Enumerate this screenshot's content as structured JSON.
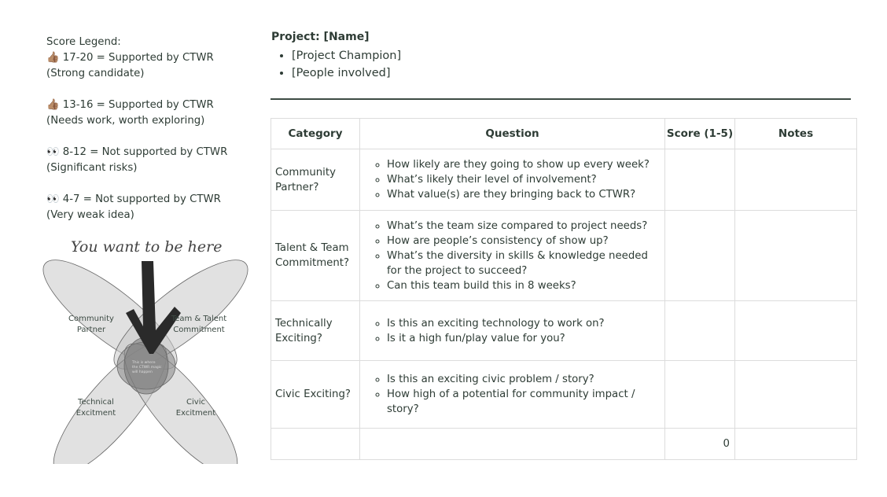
{
  "legend": {
    "title": "Score Legend:",
    "items": [
      {
        "icon": "👍🏽",
        "range": "17-20 = Supported by CTWR",
        "note": "(Strong candidate)"
      },
      {
        "icon": "👍🏽",
        "range": "13-16 = Supported by CTWR",
        "note": "(Needs work, worth exploring)"
      },
      {
        "icon": "👀",
        "range": "8-12 = Not supported by CTWR",
        "note": "(Significant risks)"
      },
      {
        "icon": "👀",
        "range": "4-7 = Not supported by CTWR",
        "note": "(Very weak idea)"
      }
    ]
  },
  "diagram": {
    "caption": "You want to be here",
    "center": [
      "This is where",
      "the CTWR magic",
      "will happen"
    ],
    "labels": {
      "tl": [
        "Community",
        "Partner"
      ],
      "tr": [
        "Team & Talent",
        "Commitment"
      ],
      "bl": [
        "Technical",
        "Excitment"
      ],
      "br": [
        "Civic",
        "Excitment"
      ]
    }
  },
  "project": {
    "title": "Project: [Name]",
    "bullets": [
      "[Project Champion]",
      "[People involved]"
    ]
  },
  "table": {
    "headers": [
      "Category",
      "Question",
      "Score (1-5)",
      "Notes"
    ],
    "rows": [
      {
        "category": "Community Partner?",
        "questions": [
          "How likely are they going to show up every week?",
          "What’s likely their level of involvement?",
          "What value(s) are they bringing back to CTWR?"
        ],
        "score": "",
        "notes": ""
      },
      {
        "category": "Talent & Team Commitment?",
        "questions": [
          "What’s the team size compared to project needs?",
          "How are people’s consistency of show up?",
          "What’s the diversity in skills & knowledge needed for the project to succeed?",
          "Can this team build this in 8 weeks?"
        ],
        "score": "",
        "notes": ""
      },
      {
        "category": "Technically Exciting?",
        "questions": [
          "Is this an exciting technology to work on?",
          "Is it a high fun/play value for you?"
        ],
        "score": "",
        "notes": ""
      },
      {
        "category": "Civic Exciting?",
        "questions": [
          "Is this an exciting civic problem / story?",
          "How high of a potential for community impact / story?"
        ],
        "score": "",
        "notes": ""
      }
    ],
    "total": "0"
  }
}
